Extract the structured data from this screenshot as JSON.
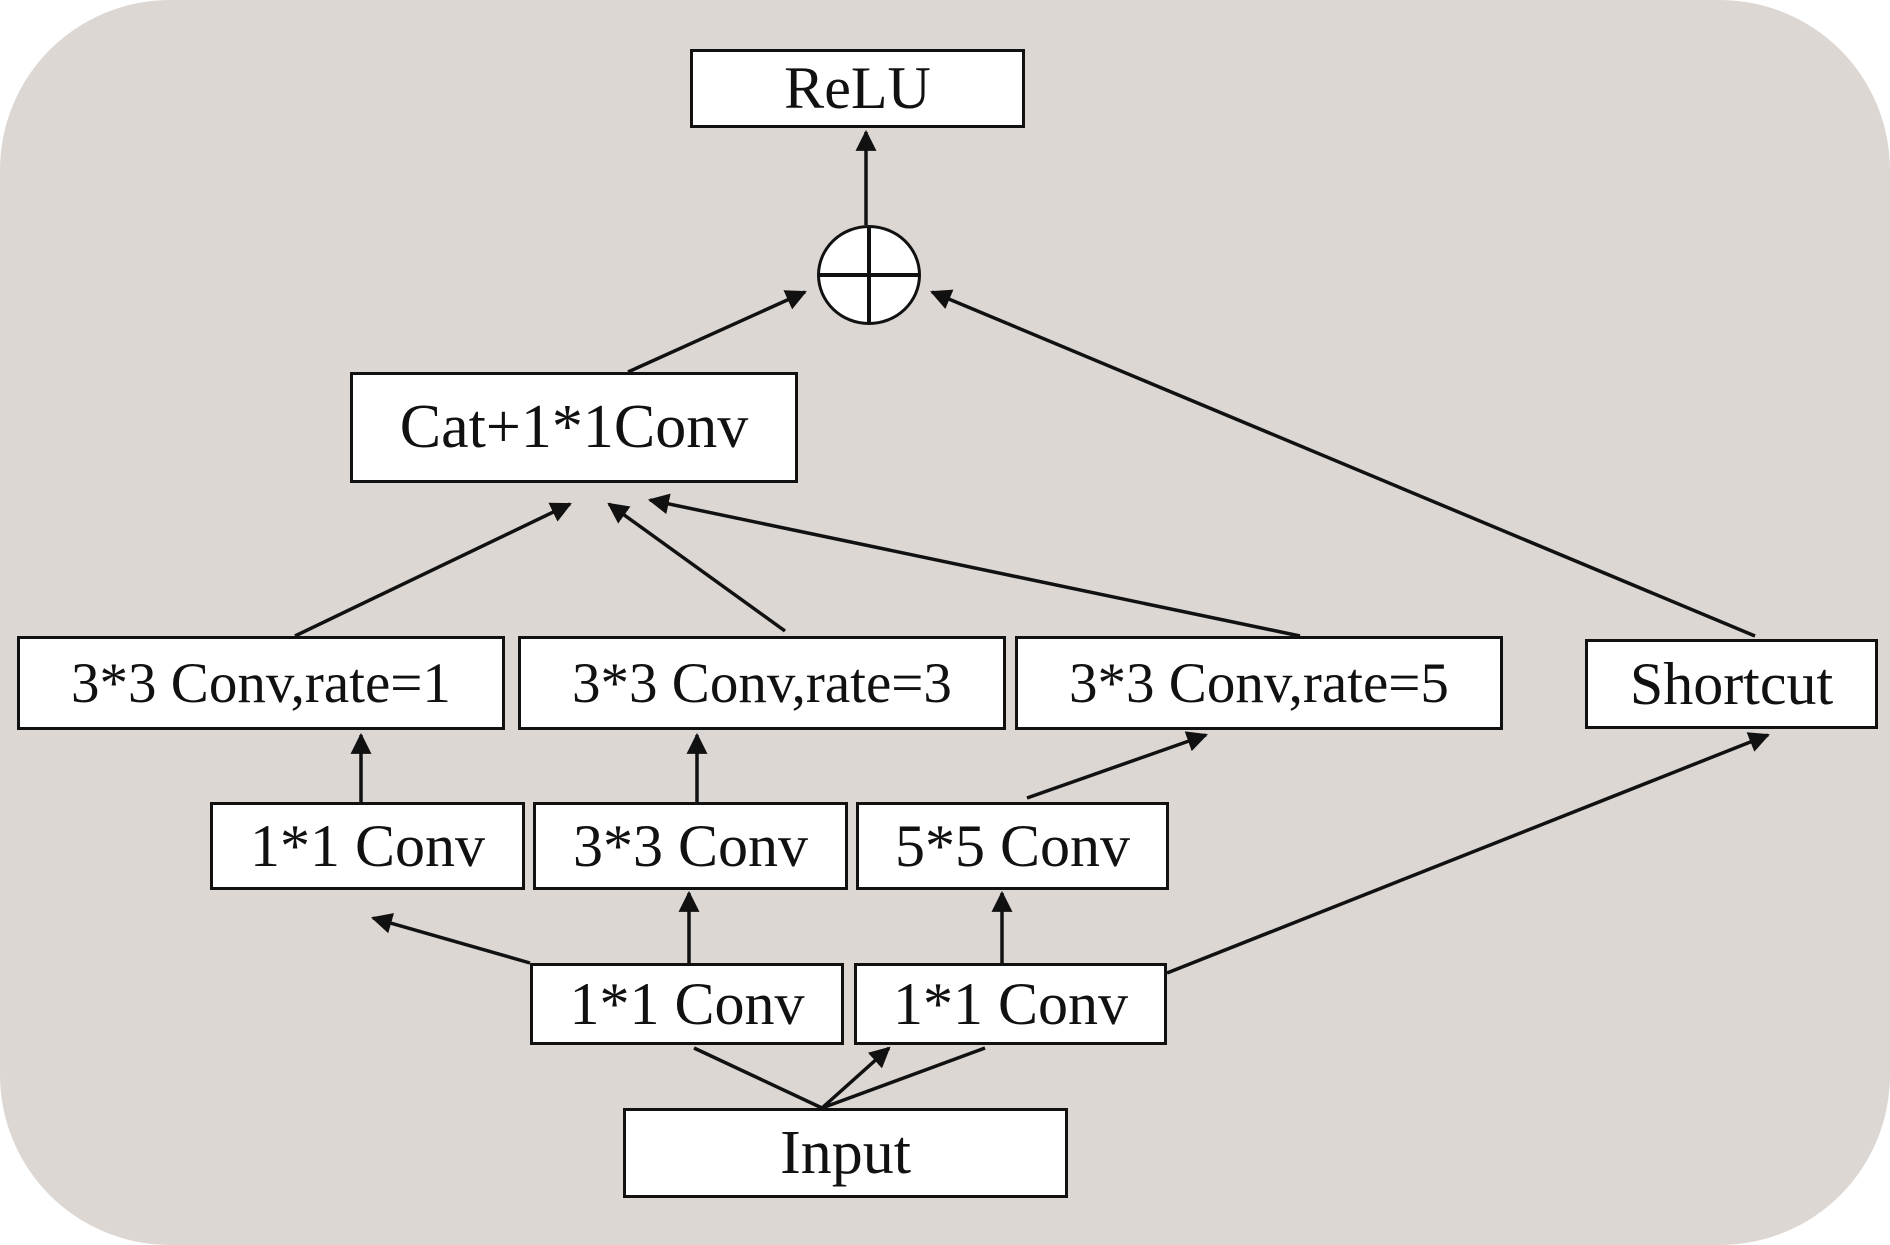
{
  "diagram": {
    "nodes": {
      "relu": "ReLU",
      "add": "⊕",
      "cat_conv": "Cat+1*1Conv",
      "branch_rate1": "3*3 Conv,rate=1",
      "branch_rate3": "3*3 Conv,rate=3",
      "branch_rate5": "3*3 Conv,rate=5",
      "shortcut": "Shortcut",
      "conv1x1_mid": "1*1 Conv",
      "conv3x3_mid": "3*3 Conv",
      "conv5x5_mid": "5*5 Conv",
      "conv1x1_left": "1*1 Conv",
      "conv1x1_right": "1*1 Conv",
      "input": "Input"
    },
    "edges": [
      {
        "from": "input",
        "to": "conv1x1_left"
      },
      {
        "from": "input",
        "to": "conv1x1_right"
      },
      {
        "from": "conv1x1_left",
        "to": "conv1x1_mid"
      },
      {
        "from": "conv1x1_left",
        "to": "conv3x3_mid"
      },
      {
        "from": "conv1x1_right",
        "to": "conv5x5_mid"
      },
      {
        "from": "conv1x1_right",
        "to": "shortcut"
      },
      {
        "from": "conv1x1_mid",
        "to": "branch_rate1"
      },
      {
        "from": "conv3x3_mid",
        "to": "branch_rate3"
      },
      {
        "from": "conv5x5_mid",
        "to": "branch_rate5"
      },
      {
        "from": "branch_rate1",
        "to": "cat_conv"
      },
      {
        "from": "branch_rate3",
        "to": "cat_conv"
      },
      {
        "from": "branch_rate5",
        "to": "cat_conv"
      },
      {
        "from": "cat_conv",
        "to": "add"
      },
      {
        "from": "shortcut",
        "to": "add"
      },
      {
        "from": "add",
        "to": "relu"
      }
    ],
    "colors": {
      "panel": "#ddd7d3",
      "box_fill": "#ffffff",
      "stroke": "#111111"
    }
  }
}
